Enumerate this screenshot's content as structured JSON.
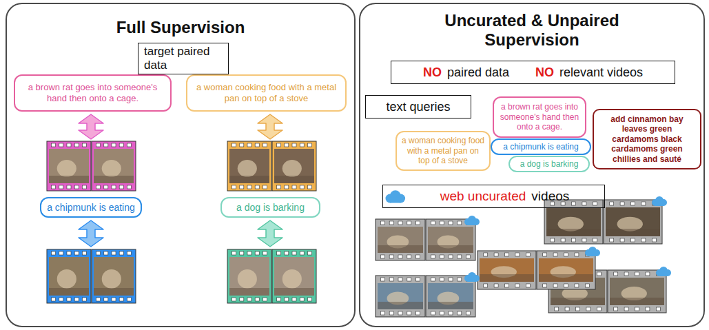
{
  "diagram": {
    "nodes": [
      {
        "text": [
          "Full Supervision"
        ]
      },
      {
        "text": [
          "target paired data"
        ],
        "in": 0
      },
      {
        "text": [
          "a brown rat goes into someone's hand then onto a cage."
        ],
        "in": 0
      },
      {
        "text": [
          "a woman cooking food with a metal pan on top of a stove"
        ],
        "in": 0
      },
      {
        "text": [
          "a chipmunk is eating"
        ],
        "in": 0
      },
      {
        "text": [
          "a dog is barking"
        ],
        "in": 0
      },
      {
        "text": [
          "Uncurated & Unpaired Supervision"
        ]
      },
      {
        "text": [
          "NO",
          "paired data",
          "NO",
          "relevant videos"
        ],
        "in": 6
      },
      {
        "text": [
          "text queries"
        ],
        "in": 6
      },
      {
        "text": [
          "a woman cooking food with a metal pan on top of a stove"
        ],
        "in": 6
      },
      {
        "text": [
          "a brown rat goes into someone's hand then onto a cage."
        ],
        "in": 6
      },
      {
        "text": [
          "a chipmunk is eating"
        ],
        "in": 6
      },
      {
        "text": [
          "a dog is barking"
        ],
        "in": 6
      },
      {
        "text": [
          "add cinnamon bay leaves green cardamoms black cardamoms green chillies and sauté"
        ],
        "in": 6
      },
      {
        "text": [
          "web uncurated",
          "videos"
        ],
        "in": 6
      }
    ]
  }
}
